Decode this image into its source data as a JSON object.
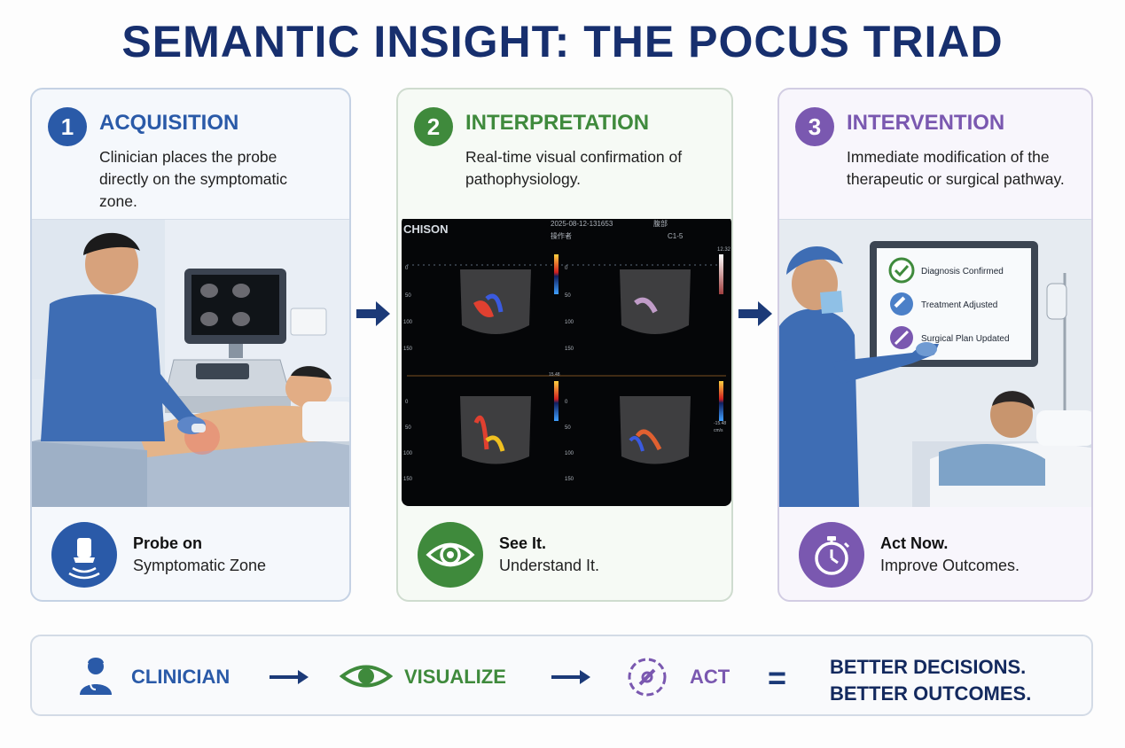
{
  "title": "SEMANTIC INSIGHT: THE POCUS TRIAD",
  "colors": {
    "blue": "#2a5aa8",
    "green": "#3f8a3c",
    "purple": "#7a58b0",
    "navy": "#172f6e"
  },
  "panels": [
    {
      "number": "1",
      "heading": "ACQUISITION",
      "description": "Clinician places the probe directly on the symptomatic zone.",
      "icon": "ultrasound-probe-icon",
      "footer_line1": "Probe on",
      "footer_line2": "Symptomatic Zone"
    },
    {
      "number": "2",
      "heading": "INTERPRETATION",
      "description": "Real-time visual confirmation of pathophysiology.",
      "icon": "eye-icon",
      "footer_line1": "See It.",
      "footer_line2": "Understand It."
    },
    {
      "number": "3",
      "heading": "INTERVENTION",
      "description": "Immediate modification of the therapeutic or surgical pathway.",
      "icon": "stopwatch-icon",
      "footer_line1": "Act Now.",
      "footer_line2": "Improve Outcomes."
    }
  ],
  "ultrasound": {
    "brand": "CHISON",
    "timestamp": "2025-08-12-131653",
    "label_top": "腹部",
    "operator": "操作者",
    "probe": "C1-5",
    "scale": [
      "0",
      "50",
      "100",
      "150"
    ],
    "readout_hi": "15.48",
    "readout_lo": "-15.48",
    "unit": "cm/s",
    "top_right": "12.32"
  },
  "checklist": [
    "Diagnosis Confirmed",
    "Treatment Adjusted",
    "Surgical Plan Updated"
  ],
  "bottom": {
    "clinician": "CLINICIAN",
    "visualize": "VISUALIZE",
    "act": "ACT",
    "equals": "=",
    "result_line1": "BETTER DECISIONS.",
    "result_line2": "BETTER OUTCOMES."
  }
}
